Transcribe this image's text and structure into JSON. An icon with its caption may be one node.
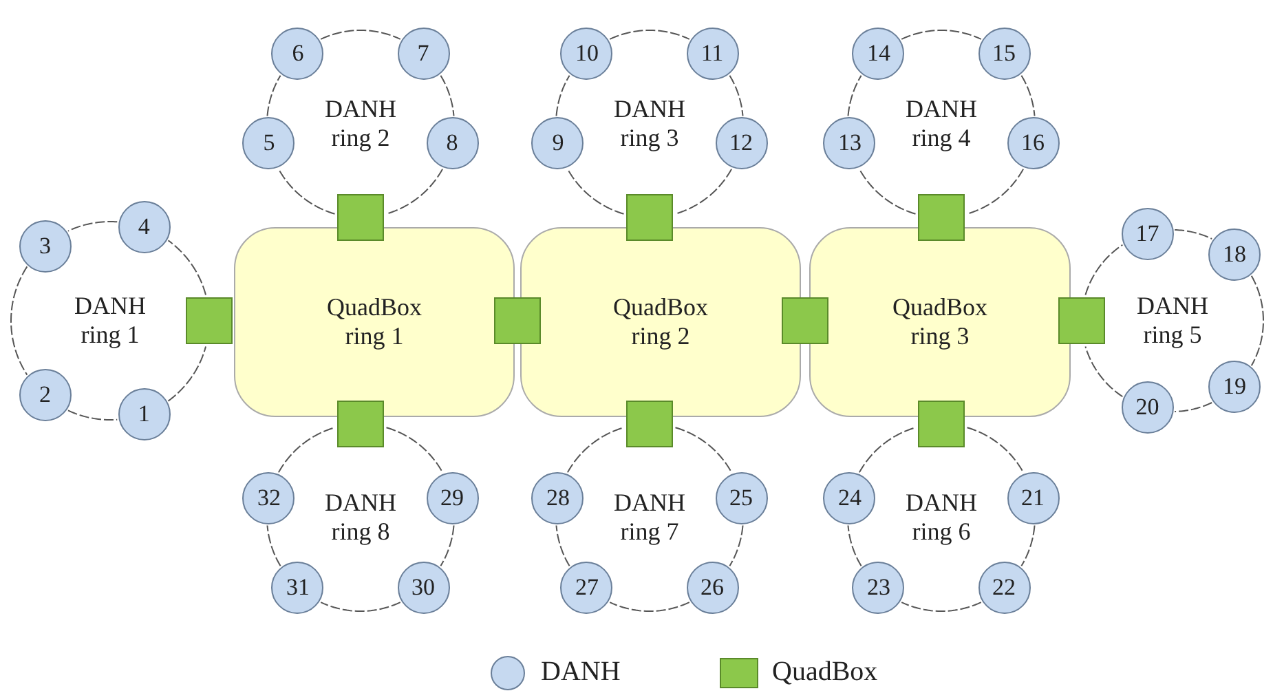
{
  "diagram": {
    "nodes": [
      {
        "text": [
          "DANH ring 2"
        ]
      },
      {
        "text": [
          "6"
        ]
      },
      {
        "text": [
          "7"
        ]
      },
      {
        "text": [
          "5"
        ]
      },
      {
        "text": [
          "8"
        ]
      },
      {
        "text": [
          "DANH ring 3"
        ]
      },
      {
        "text": [
          "10"
        ]
      },
      {
        "text": [
          "11"
        ]
      },
      {
        "text": [
          "9"
        ]
      },
      {
        "text": [
          "12"
        ]
      },
      {
        "text": [
          "DANH ring 4"
        ]
      },
      {
        "text": [
          "14"
        ]
      },
      {
        "text": [
          "15"
        ]
      },
      {
        "text": [
          "13"
        ]
      },
      {
        "text": [
          "16"
        ]
      },
      {
        "text": [],
        "shape": "box"
      },
      {
        "text": [],
        "shape": "box"
      },
      {
        "text": [],
        "shape": "box"
      },
      {
        "text": [
          "3"
        ]
      },
      {
        "text": [
          "4"
        ]
      },
      {
        "text": [
          "DANH ring 1"
        ]
      },
      {
        "text": [
          "2"
        ]
      },
      {
        "text": [
          "1"
        ]
      },
      {
        "text": [],
        "shape": "box"
      },
      {
        "text": [
          "QuadBox ring 1"
        ]
      },
      {
        "text": [],
        "shape": "box"
      },
      {
        "text": [
          "QuadBox ring 2"
        ]
      },
      {
        "text": [],
        "shape": "box"
      },
      {
        "text": [
          "QuadBox ring 3"
        ]
      },
      {
        "text": [],
        "shape": "box"
      },
      {
        "text": [
          "17"
        ]
      },
      {
        "text": [
          "18"
        ]
      },
      {
        "text": [
          "DANH ring 5"
        ]
      },
      {
        "text": [
          "20"
        ]
      },
      {
        "text": [
          "19"
        ]
      },
      {
        "text": [],
        "shape": "box"
      },
      {
        "text": [],
        "shape": "box"
      },
      {
        "text": [],
        "shape": "box"
      },
      {
        "text": [
          "32"
        ]
      },
      {
        "text": [
          "29"
        ]
      },
      {
        "text": [
          "DANH ring 8"
        ]
      },
      {
        "text": [
          "31"
        ]
      },
      {
        "text": [
          "30"
        ]
      },
      {
        "text": [
          "28"
        ]
      },
      {
        "text": [
          "25"
        ]
      },
      {
        "text": [
          "DANH ring 7"
        ]
      },
      {
        "text": [
          "27"
        ]
      },
      {
        "text": [
          "26"
        ]
      },
      {
        "text": [
          "24"
        ]
      },
      {
        "text": [
          "21"
        ]
      },
      {
        "text": [
          "DANH ring 6"
        ]
      },
      {
        "text": [
          "23"
        ]
      },
      {
        "text": [
          "22"
        ]
      }
    ],
    "edges": [
      {
        "from": 15,
        "to": 3,
        "arrow": "none",
        "style": "dashed"
      },
      {
        "from": 3,
        "to": 1,
        "arrow": "none",
        "style": "dashed"
      },
      {
        "from": 1,
        "to": 2,
        "arrow": "none",
        "style": "dashed"
      },
      {
        "from": 2,
        "to": 4,
        "arrow": "none",
        "style": "dashed"
      },
      {
        "from": 4,
        "to": 15,
        "arrow": "none",
        "style": "dashed"
      },
      {
        "from": 16,
        "to": 8,
        "arrow": "none",
        "style": "dashed"
      },
      {
        "from": 8,
        "to": 6,
        "arrow": "none",
        "style": "dashed"
      },
      {
        "from": 6,
        "to": 7,
        "arrow": "none",
        "style": "dashed"
      },
      {
        "from": 7,
        "to": 9,
        "arrow": "none",
        "style": "dashed"
      },
      {
        "from": 9,
        "to": 16,
        "arrow": "none",
        "style": "dashed"
      },
      {
        "from": 17,
        "to": 13,
        "arrow": "none",
        "style": "dashed"
      },
      {
        "from": 13,
        "to": 11,
        "arrow": "none",
        "style": "dashed"
      },
      {
        "from": 11,
        "to": 12,
        "arrow": "none",
        "style": "dashed"
      },
      {
        "from": 12,
        "to": 14,
        "arrow": "none",
        "style": "dashed"
      },
      {
        "from": 14,
        "to": 17,
        "arrow": "none",
        "style": "dashed"
      },
      {
        "from": 23,
        "to": 19,
        "arrow": "none",
        "style": "dashed"
      },
      {
        "from": 19,
        "to": 18,
        "arrow": "none",
        "style": "dashed"
      },
      {
        "from": 18,
        "to": 21,
        "arrow": "none",
        "style": "dashed"
      },
      {
        "from": 21,
        "to": 22,
        "arrow": "none",
        "style": "dashed"
      },
      {
        "from": 22,
        "to": 23,
        "arrow": "none",
        "style": "dashed"
      },
      {
        "from": 29,
        "to": 30,
        "arrow": "none",
        "style": "dashed"
      },
      {
        "from": 30,
        "to": 31,
        "arrow": "none",
        "style": "dashed"
      },
      {
        "from": 31,
        "to": 34,
        "arrow": "none",
        "style": "dashed"
      },
      {
        "from": 34,
        "to": 33,
        "arrow": "none",
        "style": "dashed"
      },
      {
        "from": 33,
        "to": 29,
        "arrow": "none",
        "style": "dashed"
      },
      {
        "from": 35,
        "to": 39,
        "arrow": "none",
        "style": "dashed"
      },
      {
        "from": 39,
        "to": 42,
        "arrow": "none",
        "style": "dashed"
      },
      {
        "from": 42,
        "to": 41,
        "arrow": "none",
        "style": "dashed"
      },
      {
        "from": 41,
        "to": 38,
        "arrow": "none",
        "style": "dashed"
      },
      {
        "from": 38,
        "to": 35,
        "arrow": "none",
        "style": "dashed"
      },
      {
        "from": 36,
        "to": 44,
        "arrow": "none",
        "style": "dashed"
      },
      {
        "from": 44,
        "to": 47,
        "arrow": "none",
        "style": "dashed"
      },
      {
        "from": 47,
        "to": 46,
        "arrow": "none",
        "style": "dashed"
      },
      {
        "from": 46,
        "to": 43,
        "arrow": "none",
        "style": "dashed"
      },
      {
        "from": 43,
        "to": 36,
        "arrow": "none",
        "style": "dashed"
      },
      {
        "from": 37,
        "to": 49,
        "arrow": "none",
        "style": "dashed"
      },
      {
        "from": 49,
        "to": 52,
        "arrow": "none",
        "style": "dashed"
      },
      {
        "from": 52,
        "to": 51,
        "arrow": "none",
        "style": "dashed"
      },
      {
        "from": 51,
        "to": 48,
        "arrow": "none",
        "style": "dashed"
      },
      {
        "from": 48,
        "to": 37,
        "arrow": "none",
        "style": "dashed"
      }
    ],
    "legend": [
      {
        "text": "DANH"
      },
      {
        "text": "QuadBox"
      }
    ]
  }
}
